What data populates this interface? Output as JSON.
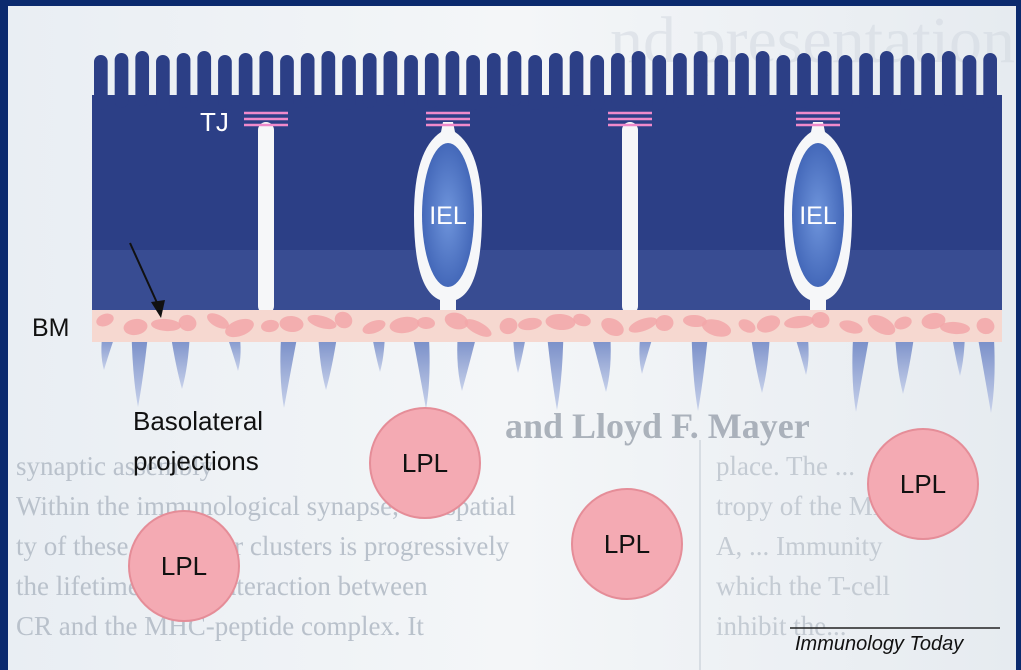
{
  "labels": {
    "tj": "TJ",
    "bm": "BM",
    "basolateral_line1": "Basolateral",
    "basolateral_line2": "projections",
    "iel": "IEL",
    "lpl": "LPL"
  },
  "credit": "Immunology Today",
  "background_text": {
    "title_fragment": "and Lloyd F. Mayer",
    "top_fragment": "nd presentation by",
    "left_lines": [
      "synaptic assembly",
      "Within the immunological synapse, the spatial",
      "ty of these molecular clusters is progressively",
      "the lifetime of the interaction between",
      "CR and the MHC-peptide complex. It"
    ],
    "right_lines": [
      "place. The ...",
      "tropy of the MHC",
      "A, ... Immunity",
      "which the T-cell",
      "inhibit the..."
    ]
  },
  "colors": {
    "frame": "#0b2a6e",
    "page": "#f1f4f7",
    "epithelium": "#2c3f86",
    "epithelium_light": "#5d75b8",
    "iel_fill": "#4d74c6",
    "tight_junction": "#f08acb",
    "basement_membrane": "#f6d8d0",
    "bm_blotch": "#f2a7a9",
    "lpl_fill": "#f4aab3",
    "lpl_stroke": "#e58d98",
    "projection": "#6f86c4"
  }
}
